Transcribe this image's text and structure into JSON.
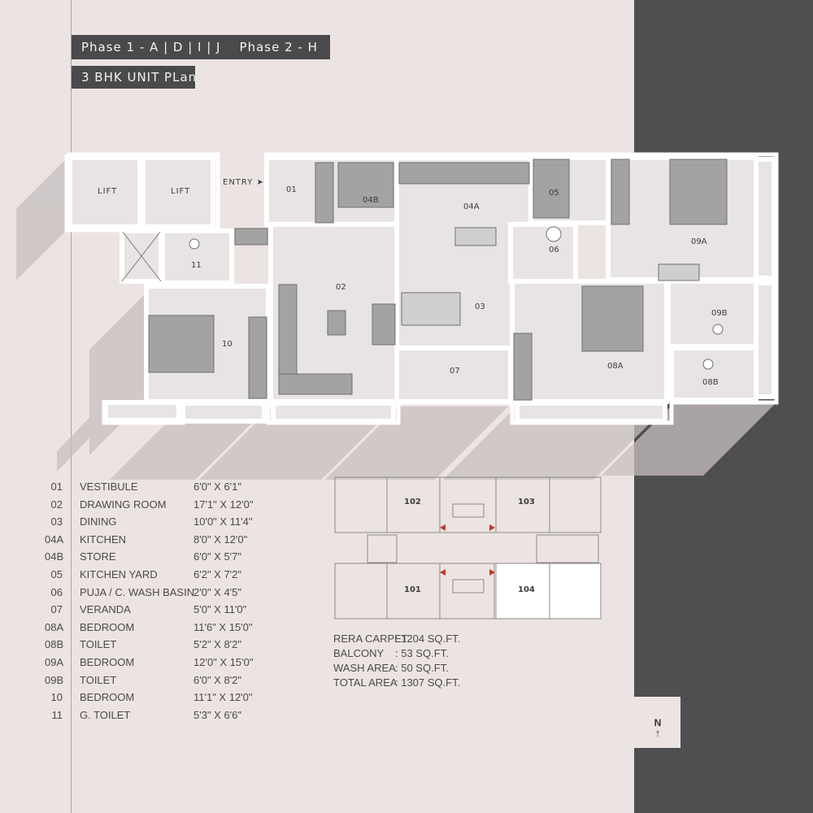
{
  "header": {
    "phase_line": "Phase 1 - A | D | I | J    Phase 2 - H",
    "plan_title": "3 BHK UNIT PLan"
  },
  "plan": {
    "entry_label": "ENTRY",
    "lift_labels": [
      "LIFT",
      "LIFT"
    ],
    "room_labels": {
      "r01": "01",
      "r02": "02",
      "r03": "03",
      "r04a": "04A",
      "r04b": "04B",
      "r05": "05",
      "r06": "06",
      "r07": "07",
      "r08a": "08A",
      "r08b": "08B",
      "r09a": "09A",
      "r09b": "09B",
      "r10": "10",
      "r11": "11"
    }
  },
  "schedule": [
    {
      "code": "01",
      "name": "VESTIBULE",
      "size": "6'0\" X 6'1\""
    },
    {
      "code": "02",
      "name": "DRAWING ROOM",
      "size": "17'1\" X 12'0\""
    },
    {
      "code": "03",
      "name": "DINING",
      "size": "10'0\" X 11'4\""
    },
    {
      "code": "04A",
      "name": "KITCHEN",
      "size": "8'0\" X 12'0\""
    },
    {
      "code": "04B",
      "name": "STORE",
      "size": "6'0\" X 5'7\""
    },
    {
      "code": "05",
      "name": "KITCHEN YARD",
      "size": "6'2\" X 7'2\""
    },
    {
      "code": "06",
      "name": "PUJA / C. WASH BASIN",
      "size": "2'0\" X 4'5\""
    },
    {
      "code": "07",
      "name": "VERANDA",
      "size": "5'0\" X 11'0\""
    },
    {
      "code": "08A",
      "name": "BEDROOM",
      "size": "11'6\" X 15'0\""
    },
    {
      "code": "08B",
      "name": "TOILET",
      "size": "5'2\" X 8'2\""
    },
    {
      "code": "09A",
      "name": "BEDROOM",
      "size": "12'0\" X 15'0\""
    },
    {
      "code": "09B",
      "name": "TOILET",
      "size": "6'0\" X 8'2\""
    },
    {
      "code": "10",
      "name": "BEDROOM",
      "size": "11'1\" X 12'0\""
    },
    {
      "code": "11",
      "name": "G. TOILET",
      "size": "5'3\" X 6'6\""
    }
  ],
  "key_plan": {
    "units": [
      "102",
      "103",
      "101",
      "104"
    ],
    "highlighted_unit": "104"
  },
  "areas": [
    {
      "label": "RERA CARPET",
      "value": ": 1204 SQ.FT."
    },
    {
      "label": "BALCONY",
      "value": ": 53 SQ.FT."
    },
    {
      "label": "WASH AREA",
      "value": ": 50 SQ.FT."
    },
    {
      "label": "TOTAL AREA",
      "value": ": 1307 SQ.FT."
    }
  ],
  "north": {
    "label": "N"
  },
  "colors": {
    "background": "#ece4e3",
    "dark_panel": "#4f4f51",
    "wall": "#ffffff",
    "floor": "#ebe6e6",
    "furniture": "#9c9c9c",
    "shadow": "#b9b3b3",
    "accent_arrow": "#c0392b"
  }
}
